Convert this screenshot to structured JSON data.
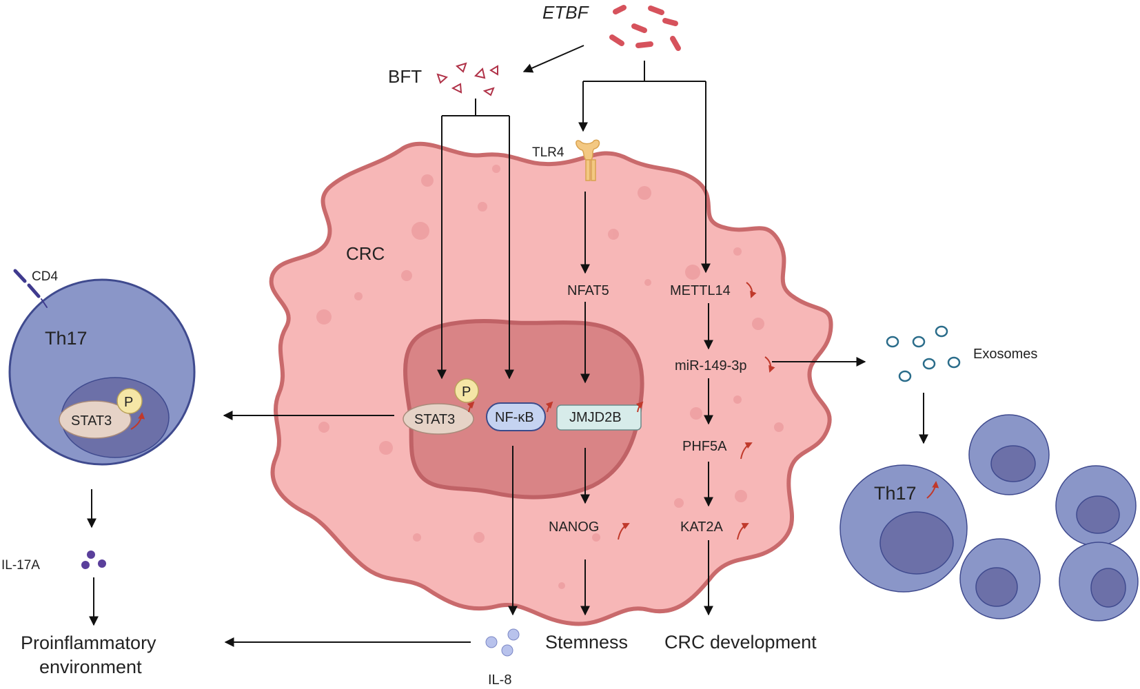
{
  "labels": {
    "etbf": "ETBF",
    "bft": "BFT",
    "tlr4": "TLR4",
    "crc": "CRC",
    "cd4": "CD4",
    "th17_left": "Th17",
    "stat3_left": "STAT3",
    "p_left": "P",
    "stat3_nucleus": "STAT3",
    "p_nucleus": "P",
    "nfkb": "NF-κB",
    "jmjd2b": "JMJD2B",
    "nfat5": "NFAT5",
    "mettl14": "METTL14",
    "mir149": "miR-149-3p",
    "phf5a": "PHF5A",
    "nanog": "NANOG",
    "kat2a": "KAT2A",
    "exosomes": "Exosomes",
    "th17_right": "Th17",
    "il17a": "IL-17A",
    "proinflammatory_line1": "Proinflammatory",
    "proinflammatory_line2": "environment",
    "il8": "IL-8",
    "stemness": "Stemness",
    "crc_development": "CRC development"
  },
  "colors": {
    "cell_fill": "#f7b7b7",
    "cell_stroke": "#c96a6c",
    "nucleus_fill": "#d98486",
    "bacteria": "#d6525c",
    "th17_fill": "#8a96c8",
    "th17_stroke": "#3f4a8e",
    "th17_nucleus": "#6c70a8",
    "stat3_fill": "#e6d3c7",
    "phospho_fill": "#f5e6a6",
    "nfkb_fill": "#c5d3f1",
    "jmjd2b_fill": "#d7ecea",
    "exosome_stroke": "#2a6c8a",
    "il8_fill": "#b8c2ec",
    "il17a_fill": "#5a3f9b",
    "up_arrow": "#c0392b",
    "tlr4": "#f3c882"
  }
}
